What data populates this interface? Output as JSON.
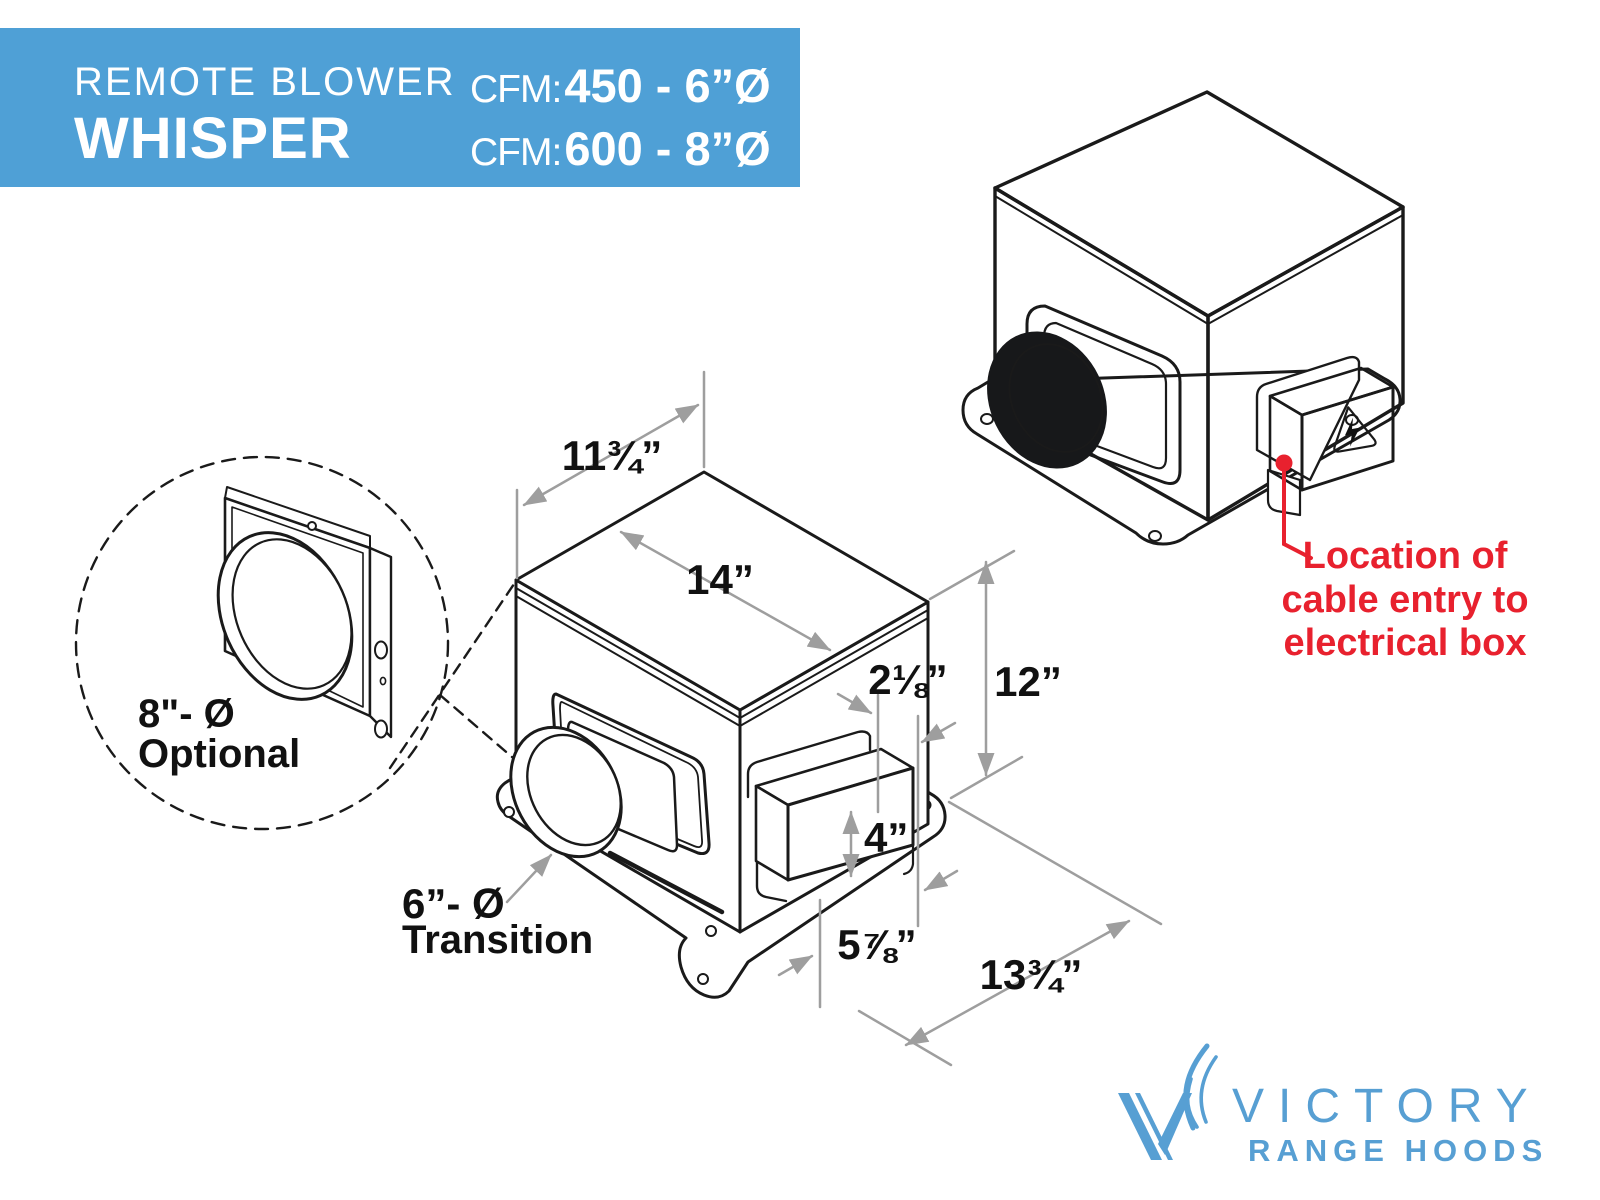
{
  "header": {
    "product_line": "REMOTE BLOWER",
    "product_name": "WHISPER",
    "specs": [
      {
        "label": "CFM:",
        "value": "450 - 6”Ø"
      },
      {
        "label": "CFM:",
        "value": "600 - 8”Ø"
      }
    ],
    "banner_color": "#4fa0d6"
  },
  "drawing": {
    "dimensions": {
      "top_width": "11¾”",
      "top_depth": "14”",
      "ebox_offset": "2⅛”",
      "body_height": "12”",
      "ebox_height": "4”",
      "ebox_width": "5⅞”",
      "base_depth": "13¾”"
    },
    "transition_label": [
      "6”- Ø",
      "Transition"
    ],
    "optional_label": [
      "8\"- Ø",
      "Optional"
    ]
  },
  "annotation": {
    "text_lines": [
      "Location of",
      "cable entry to",
      "electrical box"
    ],
    "color": "#e8212e"
  },
  "logo": {
    "brand": "VICTORY",
    "tagline": "RANGE HOODS",
    "color": "#579fd3"
  },
  "palette": {
    "line_color": "#1a1a1a",
    "dim_color": "#9e9e9e",
    "box_top": "#e9edf1",
    "box_left": "#b7bec5",
    "box_right": "#c9ced4",
    "panel_dark": "#878e96",
    "warning_yellow": "#f9da11"
  }
}
